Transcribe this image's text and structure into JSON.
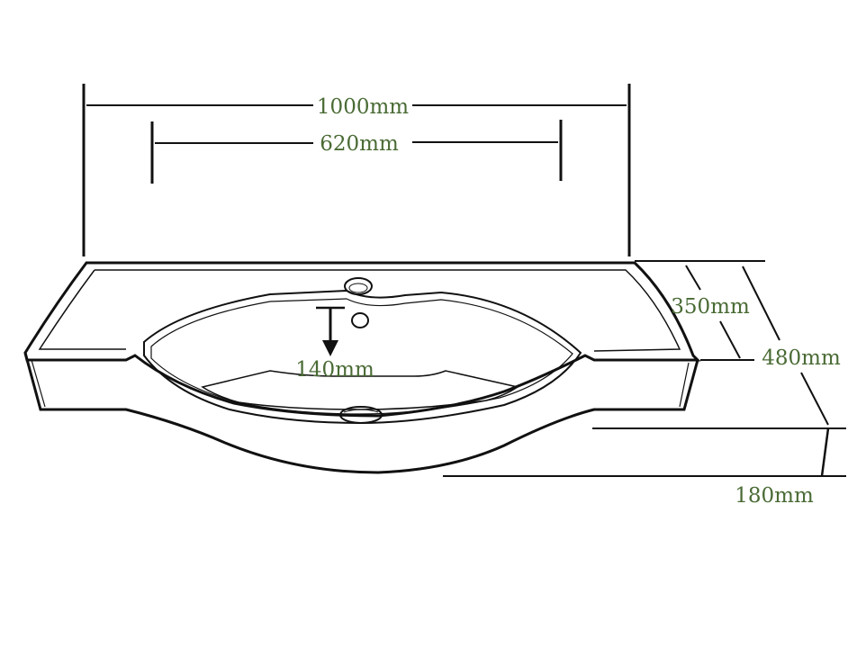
{
  "dimensions": {
    "total_width": "1000mm",
    "mounting_width": "620mm",
    "bowl_depth_inner": "350mm",
    "overall_depth": "480mm",
    "drain_offset": "140mm",
    "front_height": "180mm"
  },
  "colors": {
    "line": "#111111",
    "label": "#4a6b35",
    "background": "#ffffff"
  }
}
